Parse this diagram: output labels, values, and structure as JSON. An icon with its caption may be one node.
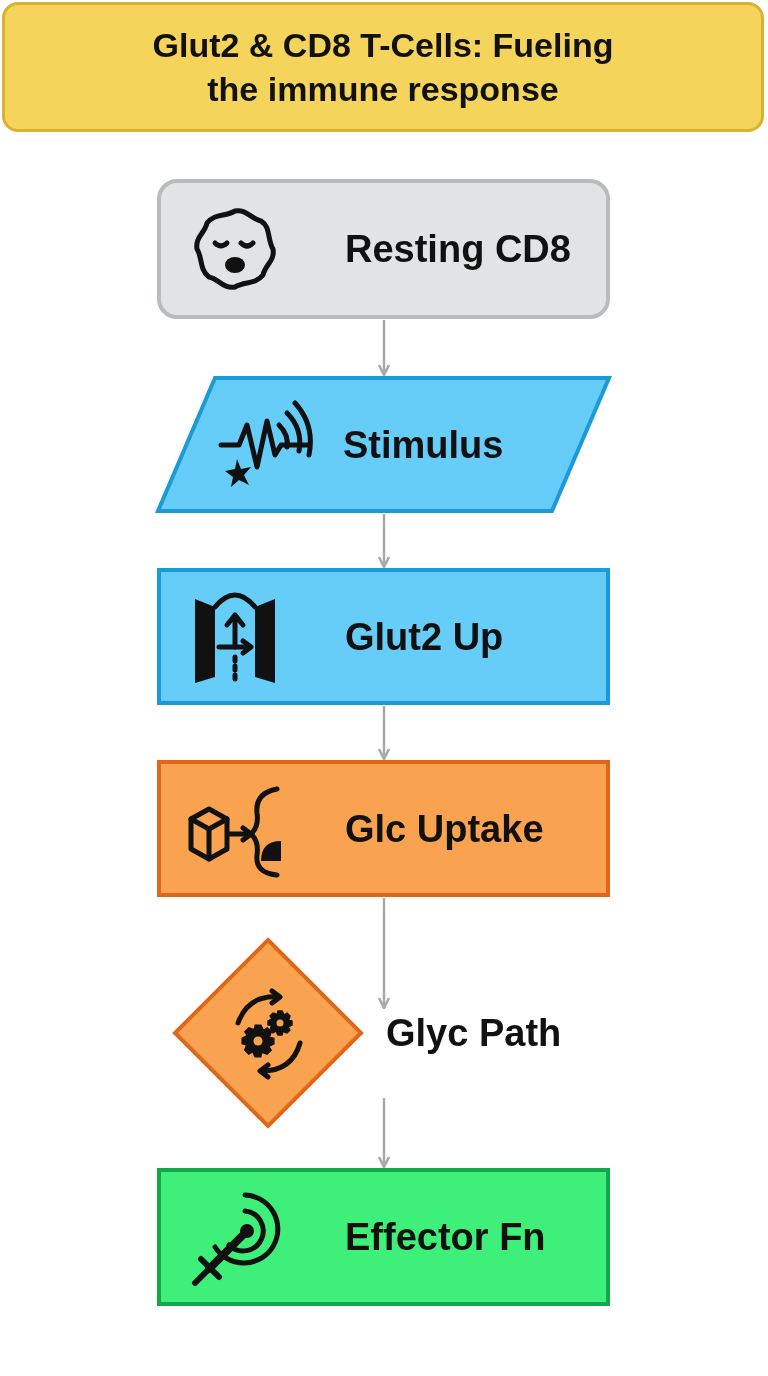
{
  "diagram": {
    "title": "Glut2 & CD8 T-Cells: Fueling the immune response",
    "nodes": [
      {
        "text": [
          "Resting CD8"
        ]
      },
      {
        "text": [
          "Stimulus"
        ]
      },
      {
        "text": [
          "Glut2 Up"
        ]
      },
      {
        "text": [
          "Glc Uptake"
        ]
      },
      {
        "text": [
          "Glyc Path"
        ]
      },
      {
        "text": [
          "Effector Fn"
        ]
      }
    ],
    "edges": [
      {
        "from": 0,
        "to": 1,
        "arrow": "to"
      },
      {
        "from": 1,
        "to": 2,
        "arrow": "to"
      },
      {
        "from": 2,
        "to": 3,
        "arrow": "to"
      },
      {
        "from": 3,
        "to": 4,
        "arrow": "to"
      },
      {
        "from": 4,
        "to": 5,
        "arrow": "to"
      }
    ]
  }
}
